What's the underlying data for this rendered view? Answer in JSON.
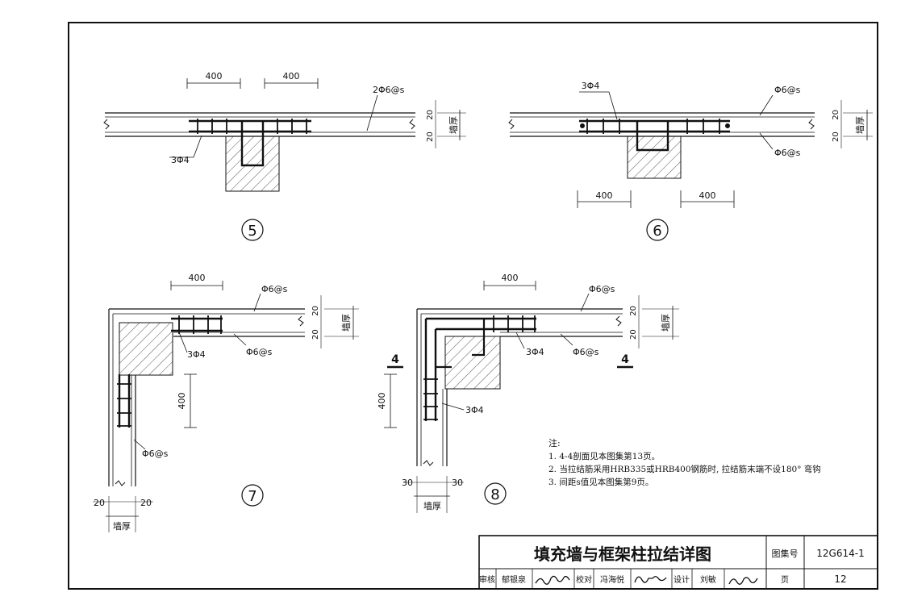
{
  "details": {
    "d5": {
      "number": "5",
      "dim_left": "400",
      "dim_right": "400",
      "bar_label": "2Φ6@s",
      "stirrup_label": "3Φ4",
      "cover_top": "20",
      "cover_bottom": "20",
      "wall_thickness": "墙厚"
    },
    "d6": {
      "number": "6",
      "stirrup_label": "3Φ4",
      "bar_top_label": "Φ6@s",
      "bar_bottom_label": "Φ6@s",
      "dim_left": "400",
      "dim_right": "400",
      "cover_top": "20",
      "cover_bottom": "20",
      "wall_thickness": "墙厚"
    },
    "d7": {
      "number": "7",
      "dim_top": "400",
      "bar_top_label": "Φ6@s",
      "bar_bottom_label": "Φ6@s",
      "stirrup_label": "3Φ4",
      "dim_vertical": "400",
      "bar_vertical_label": "Φ6@s",
      "cover_top": "20",
      "cover_bottom": "20",
      "cover_left": "20",
      "cover_right": "20",
      "wall_thickness_h": "墙厚",
      "wall_thickness_v": "墙厚"
    },
    "d8": {
      "number": "8",
      "dim_top": "400",
      "bar_top_label": "Φ6@s",
      "bar_bottom_label": "Φ6@s",
      "stirrup_label_h": "3Φ4",
      "stirrup_label_v": "3Φ4",
      "dim_vertical": "400",
      "section_left": "4",
      "section_right": "4",
      "cover_top": "20",
      "cover_bottom": "20",
      "cover_left": "30",
      "cover_right": "30",
      "wall_thickness_h": "墙厚",
      "wall_thickness_v": "墙厚"
    }
  },
  "notes": {
    "heading": "注:",
    "items": [
      "1.  4-4剖面见本图集第13页。",
      "2.  当拉结筋采用HRB335或HRB400钢筋时, 拉结筋末端不设180° 弯钩",
      "3.  间距s值见本图集第9页。"
    ]
  },
  "title_block": {
    "title": "填充墙与框架柱拉结详图",
    "atlas_label": "图集号",
    "atlas_number": "12G614-1",
    "review_label": "审核",
    "review_name": "郁银泉",
    "check_label": "校对",
    "check_name": "冯海悦",
    "design_label": "设计",
    "design_name": "刘敏",
    "page_label": "页",
    "page_number": "12"
  },
  "colors": {
    "line": "#111111",
    "hatch": "#444444"
  }
}
